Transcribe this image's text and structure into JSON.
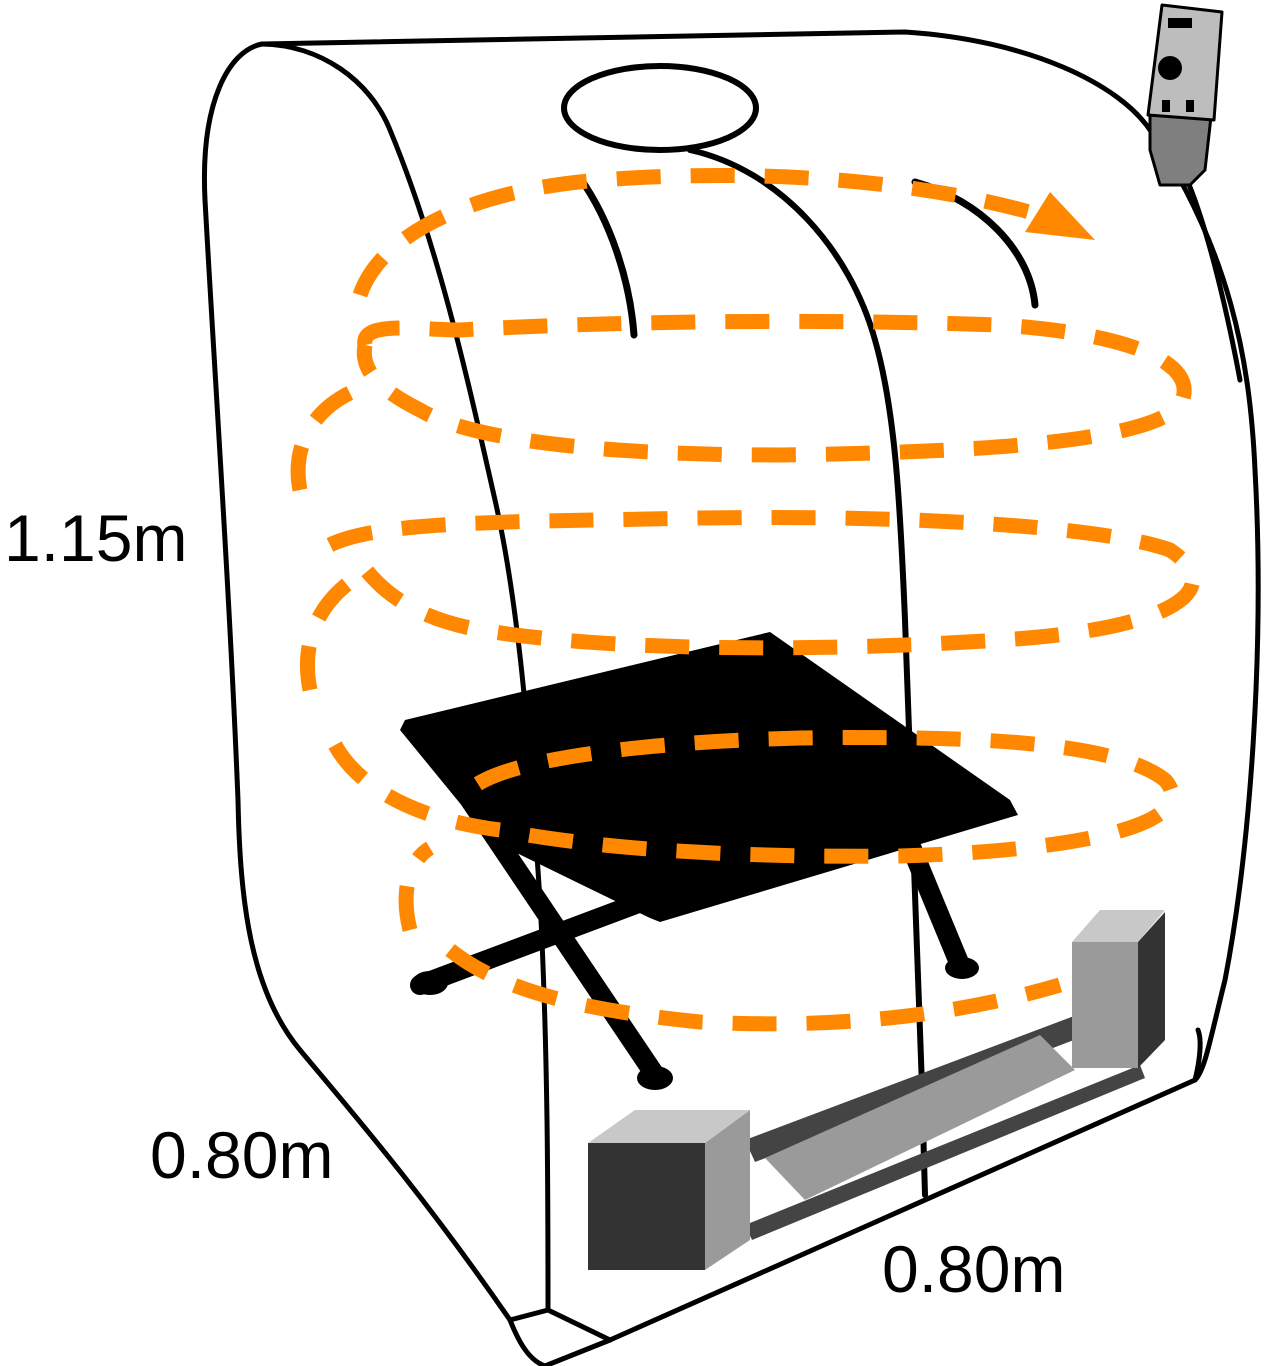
{
  "labels": {
    "height": "1.15m",
    "depth": "0.80m",
    "width": "0.80m"
  },
  "colors": {
    "outline": "#000000",
    "airflow": "#FF8800",
    "enclosure": "#ffffff",
    "seat": "#000000",
    "block_dark": "#333333",
    "block_mid": "#9a9a9a",
    "block_light": "#c8c8c8",
    "rail": "#444444",
    "sensor_body": "#bdbdbd",
    "sensor_clip": "#7f7f7f"
  },
  "icons": {
    "top_opening": "ellipse-opening-icon",
    "sensor": "thermometer-sensor-icon",
    "airflow": "circulating-airflow-arrows"
  }
}
